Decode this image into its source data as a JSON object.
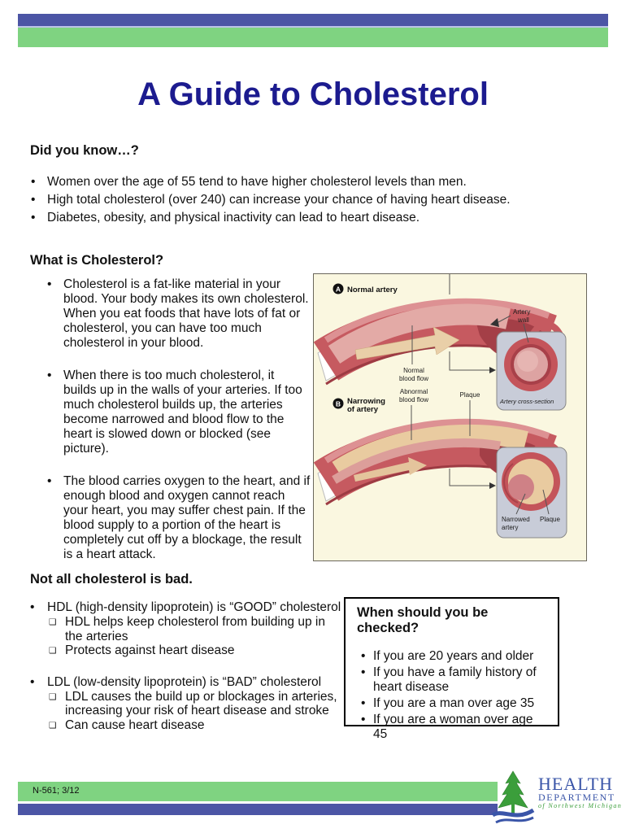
{
  "page": {
    "title": "A Guide to Cholesterol"
  },
  "icons": {
    "bullet": "•",
    "square": "❑"
  },
  "colors": {
    "header_blue": "#4c55a5",
    "header_green": "#7fd381",
    "title_navy": "#1c1b8f",
    "box_border": "#000000",
    "diagram_bg": "#faf7e0",
    "artery_red": "#c65a60",
    "plaque_beige": "#e9cba0",
    "logo_blue": "#3a55a8",
    "logo_green": "#3b9e3b"
  },
  "sections": {
    "did_you_know": {
      "heading": "Did you know…?",
      "bullets": [
        "Women over the age of 55 tend to have higher cholesterol levels than men.",
        "High total cholesterol (over 240) can increase your chance of having heart disease.",
        "Diabetes, obesity, and physical inactivity can lead to heart disease."
      ]
    },
    "what_is": {
      "heading": "What is Cholesterol?",
      "bullets": [
        "Cholesterol is a fat-like material in your blood. Your body makes its own cholesterol.  When you eat foods that have lots of fat or cholesterol, you can have too much cholesterol in your blood.",
        "When there is too much cholesterol, it builds up in the walls of your arteries.  If too much cholesterol builds up, the arteries become narrowed and blood flow to the heart is slowed down or blocked (see picture).",
        "The blood carries oxygen to the heart, and if enough blood and oxygen cannot reach your heart, you may suffer chest pain. If the blood supply to a portion of the heart is completely cut off by a blockage, the result is a heart attack."
      ]
    },
    "not_all_bad": {
      "heading": "Not all cholesterol is bad.",
      "items": [
        {
          "label": "HDL (high-density lipoprotein) is “GOOD” cholesterol",
          "subs": [
            "HDL helps keep cholesterol from building up in the arteries",
            "Protects against heart disease"
          ]
        },
        {
          "label": "LDL (low-density lipoprotein) is “BAD” cholesterol",
          "subs": [
            "LDL causes the build up or blockages in arteries, increasing your risk of heart disease and stroke",
            "Can cause heart disease"
          ]
        }
      ]
    },
    "checked_box": {
      "heading": "When should you be checked?",
      "bullets": [
        "If you are 20 years and older",
        "If you have a family history of heart disease",
        "If you are a man over age 35",
        "If you are a woman over age 45"
      ]
    }
  },
  "diagram": {
    "marker_a": "A",
    "title_a": "Normal artery",
    "marker_b": "B",
    "title_b_lines": [
      "Narrowing",
      "of artery"
    ],
    "artery_wall_lines": [
      "Artery",
      "wall"
    ],
    "normal_flow_lines": [
      "Normal",
      "blood flow"
    ],
    "abnormal_flow_lines": [
      "Abnormal",
      "blood flow"
    ],
    "plaque_top": "Plaque",
    "cross_section": "Artery cross-section",
    "narrowed_lines": [
      "Narrowed",
      "artery"
    ],
    "plaque_bottom": "Plaque"
  },
  "footer": {
    "doc_number": "N-561; 3/12",
    "logo": {
      "line1": "HEALTH",
      "line2": "DEPARTMENT",
      "line3": "of Northwest Michigan"
    }
  }
}
